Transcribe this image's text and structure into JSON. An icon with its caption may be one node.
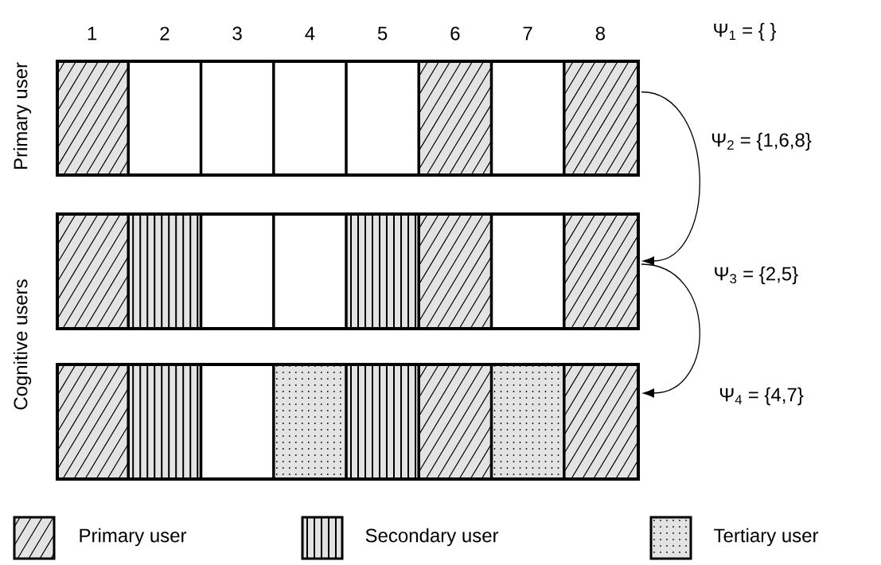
{
  "diagram": {
    "nodes": [
      {
        "text": [],
        "shape": "bar"
      },
      {
        "text": [],
        "shape": "bar"
      },
      {
        "text": [],
        "shape": "bar"
      }
    ],
    "edges": [
      {
        "from": 0,
        "to": 1,
        "arrow": "to",
        "label": "Ψ$_{2}$ = {1,6,8}"
      },
      {
        "from": 1,
        "to": 2,
        "arrow": "to",
        "label": "Ψ$_{4}$ = {4,7}"
      }
    ],
    "labels": [
      "1",
      "2",
      "3",
      "4",
      "5",
      "6",
      "7",
      "8",
      "Ψ$_{1}$ = { }",
      "Primary user",
      "Ψ$_{3}$ = {2,5}",
      "Cognitive users"
    ],
    "legend": [
      {
        "text": "Primary user"
      },
      {
        "text": "Secondary user"
      },
      {
        "text": "Tertiary user"
      }
    ]
  }
}
